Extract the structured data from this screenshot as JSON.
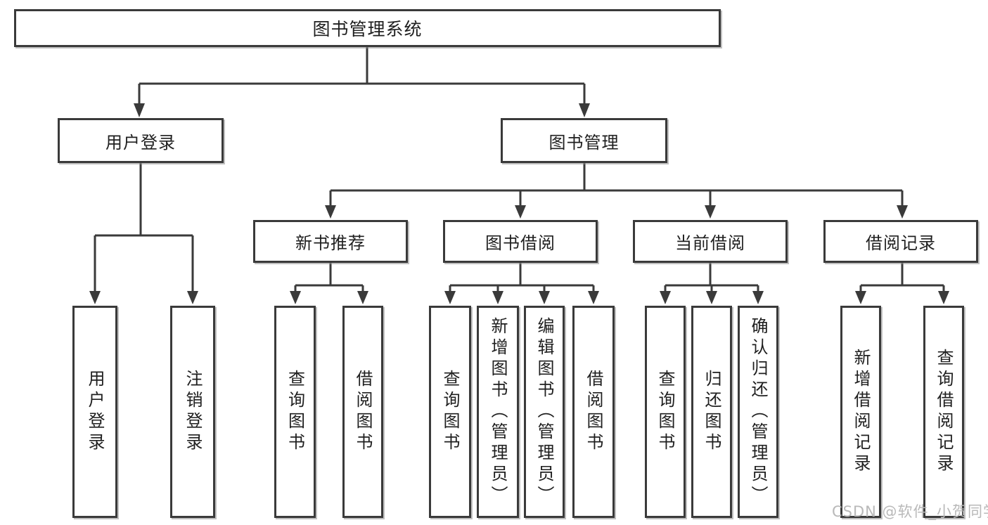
{
  "nodes": {
    "root": "图书管理系统",
    "user_login": "用户登录",
    "book_mgmt": "图书管理",
    "modules": [
      "新书推荐",
      "图书借阅",
      "当前借阅",
      "借阅记录"
    ],
    "login_leaves": [
      "用户登录",
      "注销登录"
    ],
    "recommend_leaves": [
      "查询图书",
      "借阅图书"
    ],
    "borrow_leaves": [
      "查询图书",
      "新增图书（管理员）",
      "编辑图书（管理员）",
      "借阅图书"
    ],
    "current_leaves": [
      "查询图书",
      "归还图书",
      "确认归还（管理员）"
    ],
    "record_leaves": [
      "新增借阅记录",
      "查询借阅记录"
    ]
  },
  "watermark": "CSDN @软件_小贺同学",
  "colors": {
    "line": "#3a3a3a",
    "text": "#1f1f1f",
    "box_fill": "#ffffff",
    "watermark": "#b9b9b9"
  }
}
